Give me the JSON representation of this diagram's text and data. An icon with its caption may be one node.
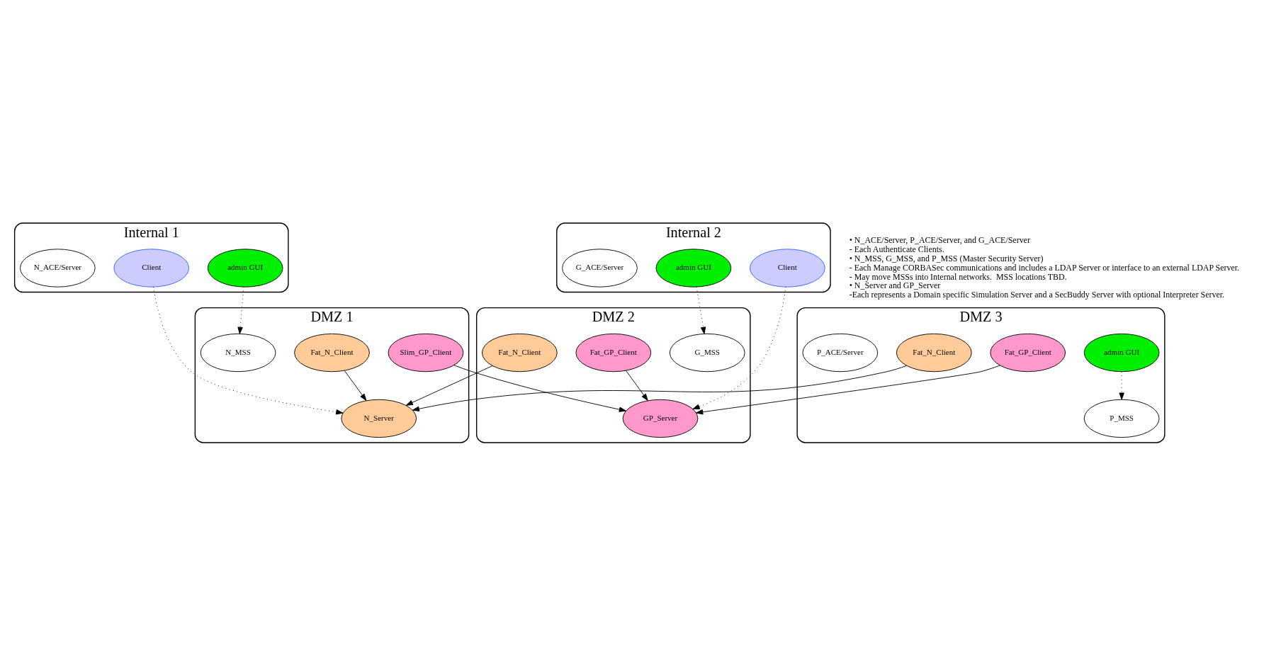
{
  "diagram": {
    "nodes": [
      {
        "text": [
          "DMZ 1"
        ]
      },
      {
        "text": [
          "Slim_GP_Client"
        ],
        "in": 0
      },
      {
        "text": [
          "Fat_N_Client"
        ],
        "in": 0
      },
      {
        "text": [
          "N_MSS"
        ],
        "in": 0
      },
      {
        "text": [
          "N_Server"
        ],
        "in": 0
      },
      {
        "text": [
          "DMZ 2"
        ]
      },
      {
        "text": [
          "GP_Server"
        ],
        "in": 5
      },
      {
        "text": [
          "G_MSS"
        ],
        "in": 5
      },
      {
        "text": [
          "Fat_GP_Client"
        ],
        "in": 5
      },
      {
        "text": [
          "Fat_N_Client"
        ],
        "in": 5
      },
      {
        "text": [
          "Internal 1"
        ]
      },
      {
        "text": [
          "admin GUI"
        ],
        "in": 10
      },
      {
        "text": [
          "Client"
        ],
        "in": 10
      },
      {
        "text": [
          "N_ACE/Server"
        ],
        "in": 10
      },
      {
        "text": [
          "DMZ 3"
        ]
      },
      {
        "text": [
          "Fat_N_Client"
        ],
        "in": 14
      },
      {
        "text": [
          "Fat_GP_Client"
        ],
        "in": 14
      },
      {
        "text": [
          "P_MSS"
        ],
        "in": 14
      },
      {
        "text": [
          "admin GUI"
        ],
        "in": 14
      },
      {
        "text": [
          "P_ACE/Server"
        ],
        "in": 14
      },
      {
        "text": [
          "Internal 2"
        ]
      },
      {
        "text": [
          "admin GUI"
        ],
        "in": 20
      },
      {
        "text": [
          "Client"
        ],
        "in": 20
      },
      {
        "text": [
          "G_ACE/Server"
        ],
        "in": 20
      }
    ],
    "edges": [
      {
        "from": 1,
        "to": 6,
        "arrow": "to"
      },
      {
        "from": 2,
        "to": 4,
        "arrow": "to"
      },
      {
        "from": 9,
        "to": 4,
        "arrow": "to"
      },
      {
        "from": 15,
        "to": 4,
        "arrow": "to"
      },
      {
        "from": 16,
        "to": 6,
        "arrow": "to"
      },
      {
        "from": 8,
        "to": 6,
        "arrow": "to"
      },
      {
        "from": 11,
        "to": 3,
        "arrow": "to",
        "style": "dashed"
      },
      {
        "from": 12,
        "to": 4,
        "arrow": "to",
        "style": "dashed"
      },
      {
        "from": 18,
        "to": 17,
        "arrow": "to",
        "style": "dashed"
      },
      {
        "from": 22,
        "to": 6,
        "arrow": "to",
        "style": "dashed"
      },
      {
        "from": 21,
        "to": 7,
        "arrow": "to",
        "style": "dashed"
      }
    ],
    "labels": [
      "• N_ACE/Server, P_ACE/Server, and G_ACE/Server",
      "- Each Authenticate Clients.",
      "• N_MSS, G_MSS, and P_MSS (Master Security Server)",
      "- Each Manage CORBASec communications and includes a LDAP Server or interface to an external LDAP Server.",
      "- May move MSSs into Internal networks.  MSS locations TBD.",
      "• N_Server and GP_Server",
      "-Each represents a Domain specific Simulation Server and a SecBuddy Server with optional Interpreter Server."
    ]
  }
}
